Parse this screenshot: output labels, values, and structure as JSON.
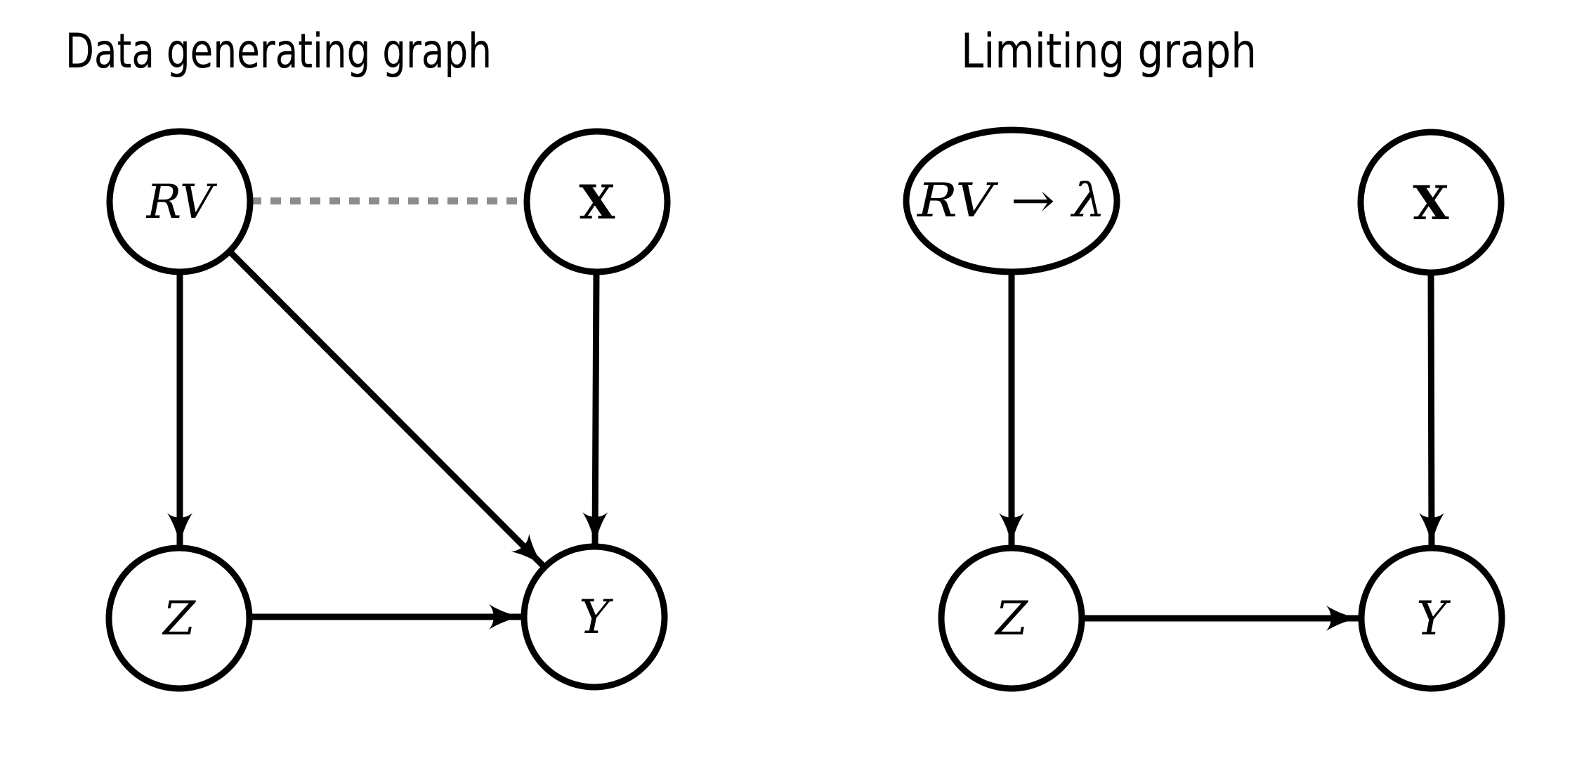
{
  "figure": {
    "background": "#ffffff"
  },
  "colors": {
    "node_stroke": "#000000",
    "node_fill": "#ffffff",
    "edge": "#000000",
    "dashed_edge": "#8c8c8c",
    "text": "#000000"
  },
  "panels": [
    {
      "title": "Data generating graph",
      "nodes": [
        {
          "id": "RV",
          "label": "RV",
          "shape": "circle"
        },
        {
          "id": "X",
          "label": "X",
          "shape": "circle"
        },
        {
          "id": "Z",
          "label": "Z",
          "shape": "circle"
        },
        {
          "id": "Y",
          "label": "Y",
          "shape": "circle"
        }
      ],
      "edges": [
        {
          "from": "RV",
          "to": "X",
          "style": "dashed",
          "directed": false
        },
        {
          "from": "RV",
          "to": "Z",
          "style": "solid",
          "directed": true
        },
        {
          "from": "RV",
          "to": "Y",
          "style": "solid",
          "directed": true
        },
        {
          "from": "X",
          "to": "Y",
          "style": "solid",
          "directed": true
        },
        {
          "from": "Z",
          "to": "Y",
          "style": "solid",
          "directed": true
        }
      ]
    },
    {
      "title": "Limiting graph",
      "nodes": [
        {
          "id": "RV_lambda",
          "label": "RV → λ",
          "shape": "ellipse"
        },
        {
          "id": "X",
          "label": "X",
          "shape": "circle"
        },
        {
          "id": "Z",
          "label": "Z",
          "shape": "circle"
        },
        {
          "id": "Y",
          "label": "Y",
          "shape": "circle"
        }
      ],
      "edges": [
        {
          "from": "RV_lambda",
          "to": "Z",
          "style": "solid",
          "directed": true
        },
        {
          "from": "X",
          "to": "Y",
          "style": "solid",
          "directed": true
        },
        {
          "from": "Z",
          "to": "Y",
          "style": "solid",
          "directed": true
        }
      ]
    }
  ]
}
